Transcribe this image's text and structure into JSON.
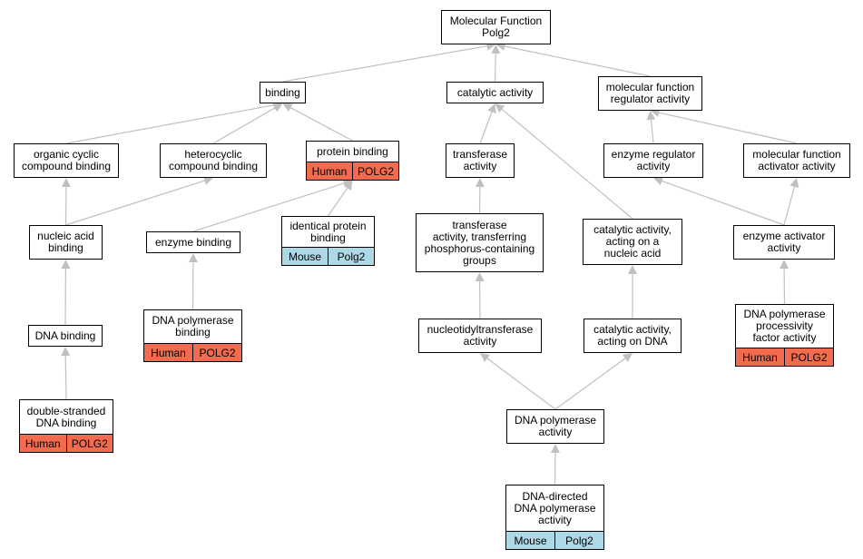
{
  "diagram": {
    "root": "Molecular Function\nPolg2",
    "nodes": [
      {
        "id": "root",
        "label": "Molecular Function\nPolg2"
      },
      {
        "id": "binding",
        "label": "binding"
      },
      {
        "id": "catalytic",
        "label": "catalytic activity"
      },
      {
        "id": "mfreg",
        "label": "molecular function\nregulator activity"
      },
      {
        "id": "orgcyc",
        "label": "organic cyclic\ncompound binding"
      },
      {
        "id": "hetero",
        "label": "heterocyclic\ncompound binding"
      },
      {
        "id": "protbind",
        "label": "protein binding",
        "species": [
          "Human",
          "POLG2"
        ],
        "species_type": "human"
      },
      {
        "id": "transferase",
        "label": "transferase\nactivity"
      },
      {
        "id": "enzreg",
        "label": "enzyme regulator\nactivity"
      },
      {
        "id": "mfact",
        "label": "molecular function\nactivator activity"
      },
      {
        "id": "nucacid",
        "label": "nucleic acid\nbinding"
      },
      {
        "id": "enzbind",
        "label": "enzyme binding"
      },
      {
        "id": "identprot",
        "label": "identical protein\nbinding",
        "species": [
          "Mouse",
          "Polg2"
        ],
        "species_type": "mouse"
      },
      {
        "id": "transphos",
        "label": "transferase\nactivity, transferring\nphosphorus-containing\ngroups"
      },
      {
        "id": "catnuc",
        "label": "catalytic activity,\nacting on a\nnucleic acid"
      },
      {
        "id": "enzact",
        "label": "enzyme activator\nactivity"
      },
      {
        "id": "dnabind",
        "label": "DNA binding"
      },
      {
        "id": "dnapolbind",
        "label": "DNA polymerase\nbinding",
        "species": [
          "Human",
          "POLG2"
        ],
        "species_type": "human"
      },
      {
        "id": "nucleotidyl",
        "label": "nucleotidyltransferase\nactivity"
      },
      {
        "id": "catdna",
        "label": "catalytic activity,\nacting on DNA"
      },
      {
        "id": "dnaprocess",
        "label": "DNA polymerase\nprocessivity\nfactor activity",
        "species": [
          "Human",
          "POLG2"
        ],
        "species_type": "human"
      },
      {
        "id": "dsdna",
        "label": "double-stranded\nDNA binding",
        "species": [
          "Human",
          "POLG2"
        ],
        "species_type": "human"
      },
      {
        "id": "dnapol",
        "label": "DNA polymerase\nactivity"
      },
      {
        "id": "dnadirected",
        "label": "DNA-directed\nDNA polymerase\nactivity",
        "species": [
          "Mouse",
          "Polg2"
        ],
        "species_type": "mouse"
      }
    ],
    "edges": [
      [
        "binding",
        "root"
      ],
      [
        "catalytic",
        "root"
      ],
      [
        "mfreg",
        "root"
      ],
      [
        "orgcyc",
        "binding"
      ],
      [
        "hetero",
        "binding"
      ],
      [
        "protbind",
        "binding"
      ],
      [
        "transferase",
        "catalytic"
      ],
      [
        "catnuc",
        "catalytic"
      ],
      [
        "enzreg",
        "mfreg"
      ],
      [
        "mfact",
        "mfreg"
      ],
      [
        "nucacid",
        "orgcyc"
      ],
      [
        "nucacid",
        "hetero"
      ],
      [
        "enzbind",
        "protbind"
      ],
      [
        "identprot",
        "protbind"
      ],
      [
        "transphos",
        "transferase"
      ],
      [
        "enzact",
        "enzreg"
      ],
      [
        "enzact",
        "mfact"
      ],
      [
        "dnabind",
        "nucacid"
      ],
      [
        "dnapolbind",
        "enzbind"
      ],
      [
        "nucleotidyl",
        "transphos"
      ],
      [
        "catdna",
        "catnuc"
      ],
      [
        "dnaprocess",
        "enzact"
      ],
      [
        "dsdna",
        "dnabind"
      ],
      [
        "dnapol",
        "nucleotidyl"
      ],
      [
        "dnapol",
        "catdna"
      ],
      [
        "dnadirected",
        "dnapol"
      ]
    ],
    "colors": {
      "human": "#f26b4f",
      "mouse": "#add8e6",
      "edge": "#c0c0c0"
    }
  }
}
